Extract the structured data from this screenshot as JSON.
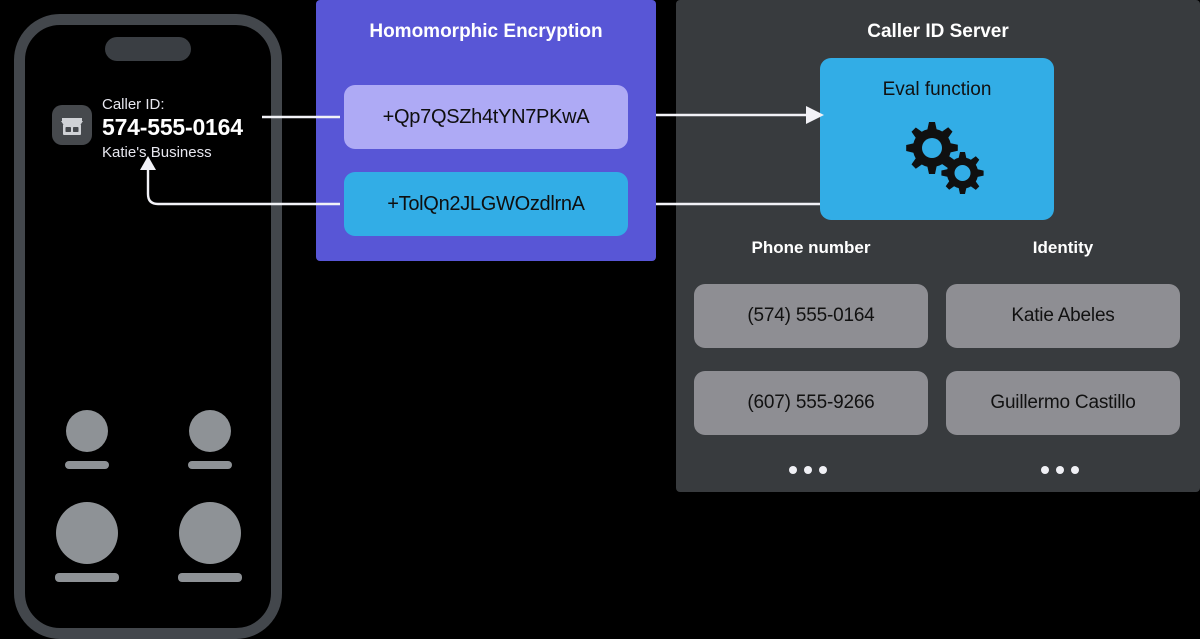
{
  "phone": {
    "caller_label": "Caller ID:",
    "caller_number": "574-555-0164",
    "caller_name": "Katie's Business",
    "business_icon": "storefront-icon",
    "avatars": [
      {
        "name": "avatar-placeholder-1",
        "size": "small"
      },
      {
        "name": "avatar-placeholder-2",
        "size": "small"
      },
      {
        "name": "avatar-placeholder-3",
        "size": "large"
      },
      {
        "name": "avatar-placeholder-4",
        "size": "large"
      }
    ]
  },
  "encryption": {
    "title": "Homomorphic Encryption",
    "ciphertext_request": "+Qp7QSZh4tYN7PKwA",
    "ciphertext_response": "+TolQn2JLGWOzdlrnA",
    "colors": {
      "panel": "#5856d6",
      "request_block": "#aeaaf5",
      "response_block": "#32ade6"
    }
  },
  "server": {
    "title": "Caller ID Server",
    "eval": {
      "label": "Eval function",
      "icon": "gears-icon",
      "color": "#32ade6"
    },
    "table": {
      "columns": [
        "Phone number",
        "Identity"
      ],
      "rows": [
        [
          "(574) 555-0164",
          "Katie Abeles"
        ],
        [
          "(607) 555-9266",
          "Guillermo Castillo"
        ]
      ],
      "overflow_indicator": "•••"
    },
    "colors": {
      "panel": "#383b3e",
      "cell": "#8e8e93"
    }
  },
  "arrows": [
    {
      "name": "arrow-phone-to-encryption",
      "direction": "right",
      "arrowhead": false
    },
    {
      "name": "arrow-encryption-to-server",
      "direction": "right",
      "arrowhead": true
    },
    {
      "name": "arrow-server-to-encryption",
      "direction": "left",
      "arrowhead": false
    },
    {
      "name": "arrow-encryption-to-phone",
      "direction": "up",
      "arrowhead": true
    }
  ]
}
